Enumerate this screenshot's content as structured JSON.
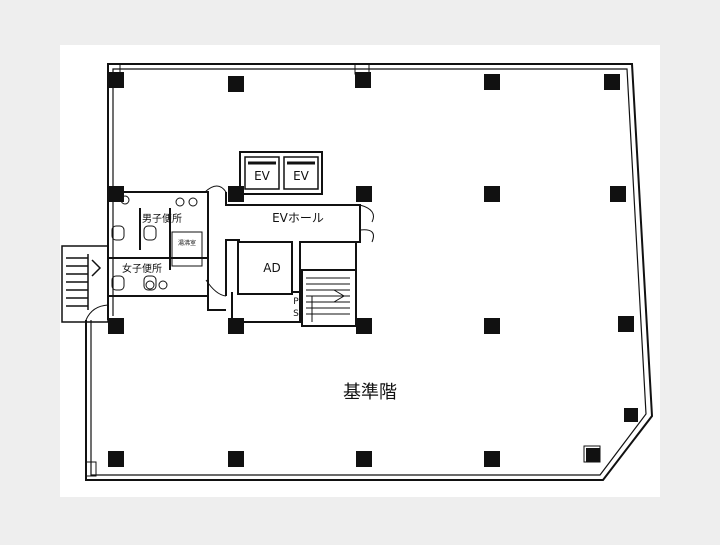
{
  "plan": {
    "title": "基準階",
    "ev_hall_label": "EVホール",
    "ad_label": "AD",
    "ps_top": "P",
    "ps_bottom": "S",
    "mens_restroom_label": "男子便所",
    "womens_restroom_label": "女子便所",
    "storage_label": "湯沸室",
    "elevators": [
      {
        "label": "EV"
      },
      {
        "label": "EV"
      }
    ]
  },
  "colors": {
    "background": "#eeeeee",
    "paper": "#ffffff",
    "ink": "#111111",
    "column": "#111111"
  }
}
